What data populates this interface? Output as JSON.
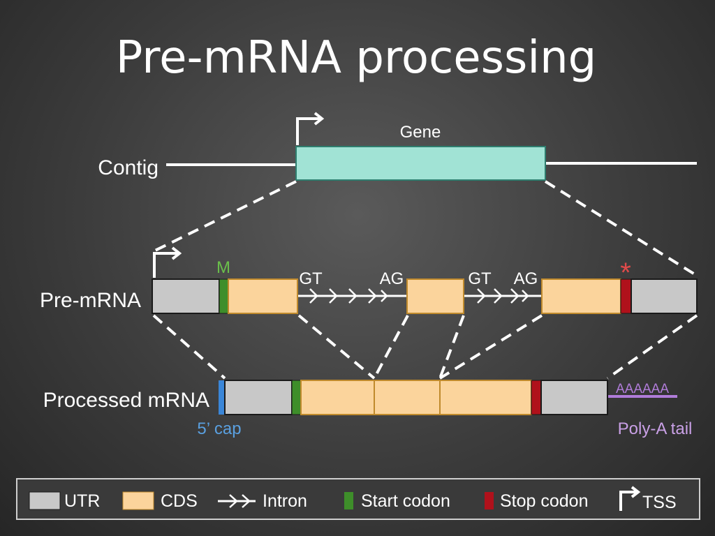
{
  "title": "Pre-mRNA processing",
  "labels": {
    "contig": "Contig",
    "gene": "Gene",
    "pre_mrna": "Pre-mRNA",
    "processed_mrna": "Processed mRNA",
    "start_marker": "M",
    "stop_marker": "*",
    "gt1": "GT",
    "ag1": "AG",
    "gt2": "GT",
    "ag2": "AG",
    "cap": "5’ cap",
    "polya_seq": "AAAAAA",
    "polya_tail": "Poly-A tail"
  },
  "legend": {
    "utr": "UTR",
    "cds": "CDS",
    "intron": "Intron",
    "start_codon": "Start codon",
    "stop_codon": "Stop codon",
    "tss": "TSS"
  },
  "colors": {
    "gene": "#a1e3d5",
    "gene_border": "#2e7d6e",
    "utr": "#c8c8c8",
    "cds": "#fbd49c",
    "cds_border": "#c08a2c",
    "start_codon": "#3e8e2a",
    "stop_codon": "#b0111b",
    "cap": "#3a86d8",
    "polya": "#b07cd9",
    "start_label": "#6abf4b",
    "stop_label": "#e04a4a",
    "cap_label": "#5aa0e0",
    "polya_label": "#c9a0e6"
  }
}
